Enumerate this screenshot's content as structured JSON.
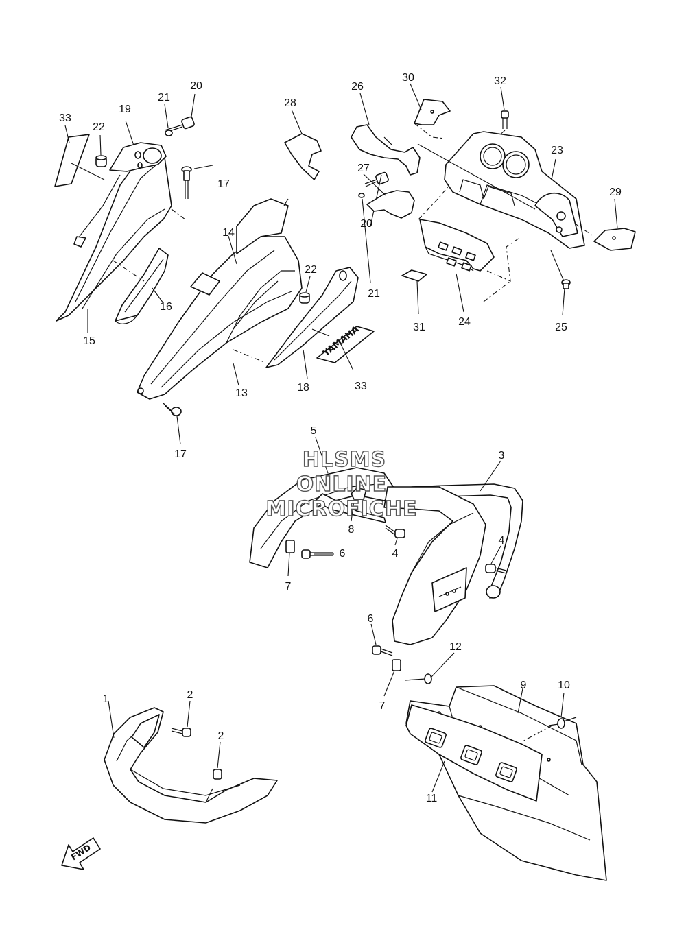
{
  "watermark": {
    "line1": "HLSMS",
    "line2": "ONLINE",
    "line3": "MICROFICHE"
  },
  "decal_text": "YAMAHA",
  "fwd_label": "FWD",
  "callouts": {
    "c33a": "33",
    "c22a": "22",
    "c19": "19",
    "c21a": "21",
    "c20a": "20",
    "c17a": "17",
    "c15": "15",
    "c16": "16",
    "c14": "14",
    "c13": "13",
    "c17b": "17",
    "c22b": "22",
    "c21b": "21",
    "c20b": "20",
    "c18": "18",
    "c33b": "33",
    "c28": "28",
    "c26": "26",
    "c27": "27",
    "c30": "30",
    "c32": "32",
    "c23": "23",
    "c29": "29",
    "c24": "24",
    "c31": "31",
    "c25": "25",
    "c5": "5",
    "c3": "3",
    "c8": "8",
    "c6a": "6",
    "c7a": "7",
    "c4a": "4",
    "c4b": "4",
    "c6b": "6",
    "c7b": "7",
    "c12": "12",
    "c9": "9",
    "c10": "10",
    "c11": "11",
    "c1": "1",
    "c2a": "2",
    "c2b": "2"
  }
}
